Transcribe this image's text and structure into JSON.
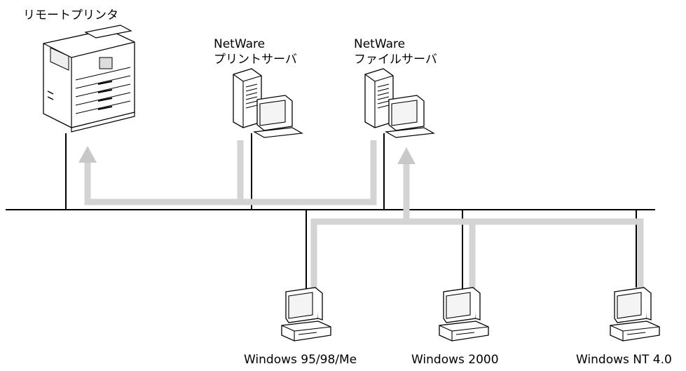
{
  "labels": {
    "remote_printer": "リモートプリンタ",
    "print_server_line1": "NetWare",
    "print_server_line2": "プリントサーバ",
    "file_server_line1": "NetWare",
    "file_server_line2": "ファイルサーバ",
    "client_win9x": "Windows 95/98/Me",
    "client_win2000": "Windows 2000",
    "client_winnt": "Windows NT 4.0"
  },
  "colors": {
    "network_line": "#000000",
    "flow_path": "#d4d4d4",
    "arrow": "#c8c8c8"
  }
}
